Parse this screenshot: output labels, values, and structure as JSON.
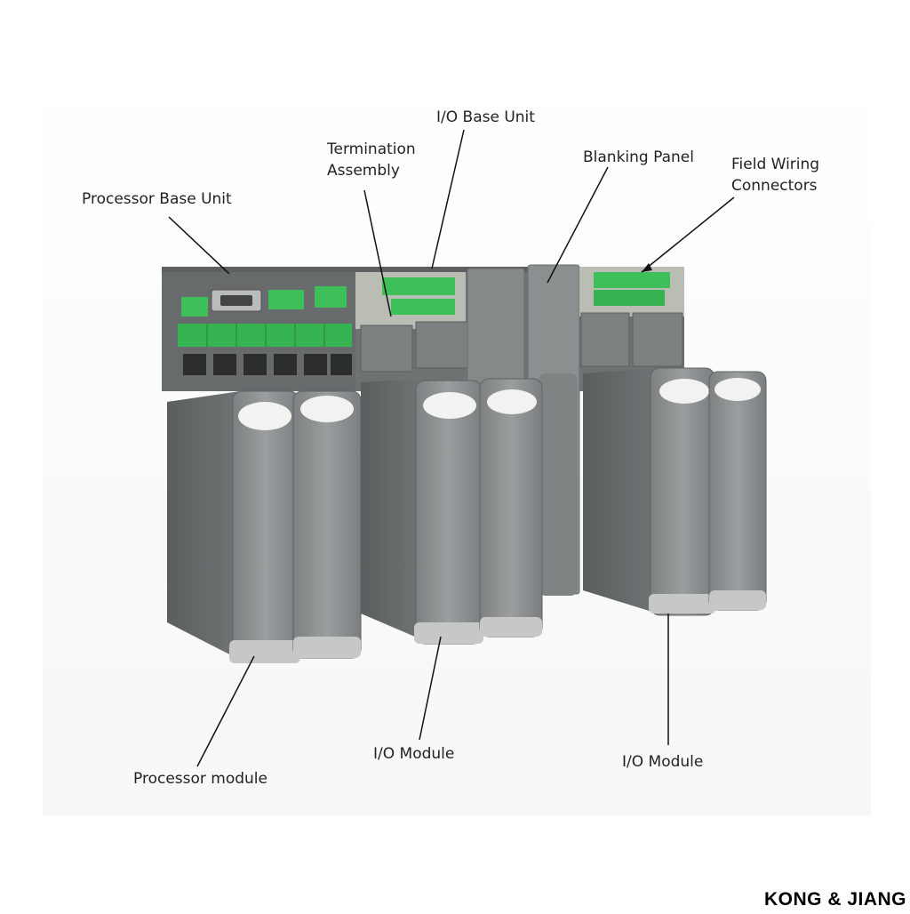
{
  "labels": {
    "processor_base_unit": "Processor Base Unit",
    "termination_assembly": "Termination\nAssembly",
    "io_base_unit": "I/O Base Unit",
    "blanking_panel": "Blanking Panel",
    "field_wiring_connectors": "Field Wiring\nConnectors",
    "processor_module": "Processor module",
    "io_module_left": "I/O Module",
    "io_module_right": "I/O Module"
  },
  "watermark": "KONG & JIANG",
  "colors": {
    "module_gray": "#8a8e8f",
    "backplane_gray": "#6e7273",
    "connector_green": "#3fbf5a",
    "label_text": "#222222",
    "leader_line": "#111111"
  }
}
